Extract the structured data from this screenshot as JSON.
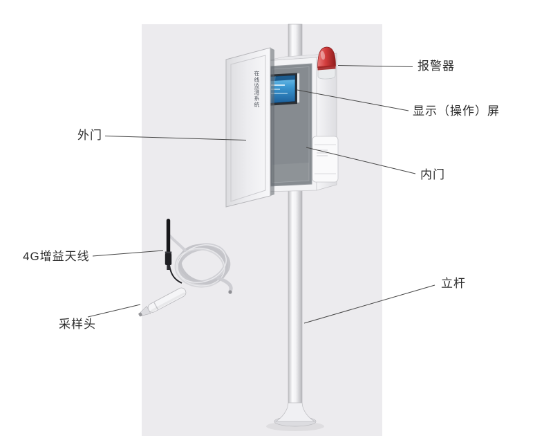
{
  "diagram": {
    "door_text": "在线监测系统",
    "labels": {
      "alarm": "报警器",
      "display_screen": "显示（操作）屏",
      "outer_door": "外门",
      "inner_door": "内门",
      "antenna_4g": "4G增益天线",
      "sampling_head": "采样头",
      "pole": "立杆"
    },
    "colors": {
      "background": "#ffffff",
      "panel": "#ecebee",
      "beacon_red": "#c23232",
      "screen_blue": "#2f8fc9",
      "inner_door_gray": "#868b90",
      "label_text": "#2e2e2e",
      "leader_line": "#454545"
    }
  }
}
